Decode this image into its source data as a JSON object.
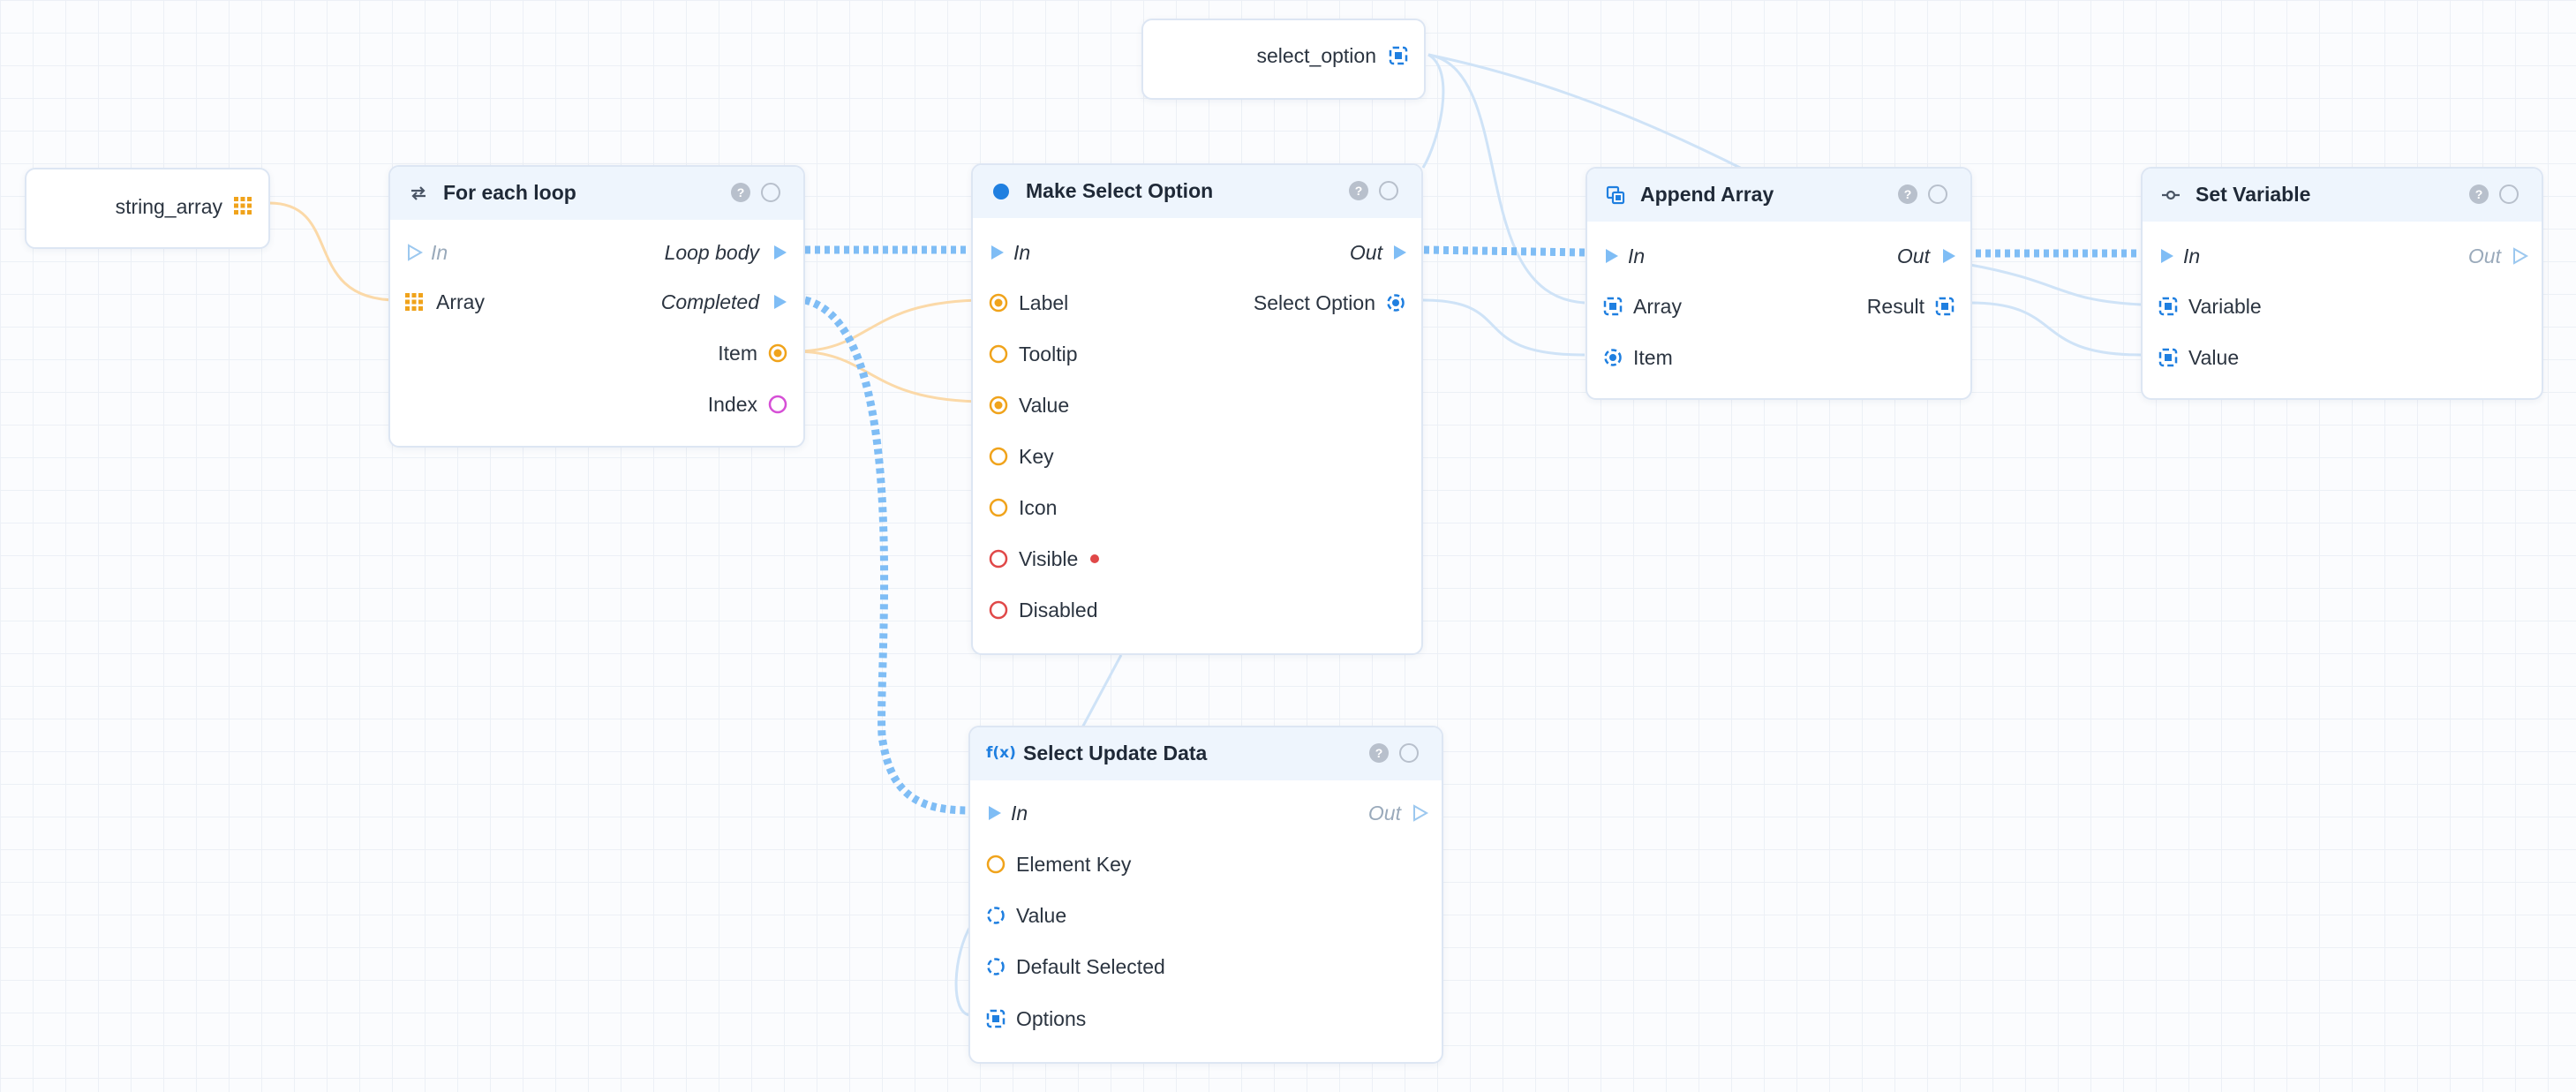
{
  "colors": {
    "exec": "#7fbdf5",
    "struct": "#1f7fe0",
    "string": "#f0a31b",
    "boolean": "#e04848",
    "integer": "#d64fd6",
    "wire_light": "#cfe3f7",
    "wire_string": "#fbd9a8"
  },
  "variables": {
    "string_array": {
      "label": "string_array",
      "icon": "array-grid-icon"
    },
    "select_option": {
      "label": "select_option",
      "icon": "struct-icon"
    }
  },
  "nodes": {
    "foreach": {
      "title": "For each loop",
      "icon": "loop-icon",
      "in": "In",
      "array": "Array",
      "loop_body": "Loop body",
      "completed": "Completed",
      "item": "Item",
      "index": "Index"
    },
    "make_select": {
      "title": "Make Select Option",
      "icon": "dot-icon",
      "in": "In",
      "out": "Out",
      "inputs": [
        "Label",
        "Tooltip",
        "Value",
        "Key",
        "Icon",
        "Visible",
        "Disabled"
      ],
      "output": "Select Option"
    },
    "append": {
      "title": "Append Array",
      "icon": "append-icon",
      "in": "In",
      "out": "Out",
      "array": "Array",
      "item": "Item",
      "result": "Result"
    },
    "set_var": {
      "title": "Set Variable",
      "icon": "set-variable-icon",
      "in": "In",
      "out": "Out",
      "variable": "Variable",
      "value": "Value"
    },
    "select_update": {
      "title": "Select Update Data",
      "icon": "function-icon",
      "icon_text": "f(x)",
      "in": "In",
      "out": "Out",
      "inputs": [
        "Element Key",
        "Value",
        "Default Selected",
        "Options"
      ]
    }
  }
}
